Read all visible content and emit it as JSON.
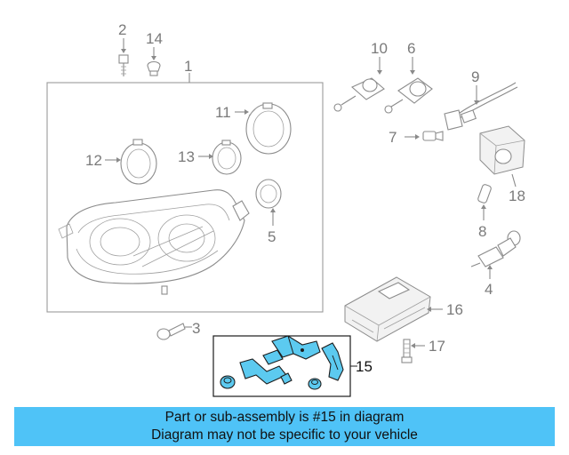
{
  "diagram": {
    "labels": {
      "p1": "1",
      "p2": "2",
      "p3": "3",
      "p4": "4",
      "p5": "5",
      "p6": "6",
      "p7": "7",
      "p8": "8",
      "p9": "9",
      "p10": "10",
      "p11": "11",
      "p12": "12",
      "p13": "13",
      "p14": "14",
      "p15": "15",
      "p16": "16",
      "p17": "17",
      "p18": "18"
    }
  },
  "banner": {
    "line1": "Part or sub-assembly is #15 in diagram",
    "line2": "Diagram may not be specific to your vehicle"
  },
  "colors": {
    "highlight": "#5ccaf0",
    "banner": "#4fc3f7"
  }
}
